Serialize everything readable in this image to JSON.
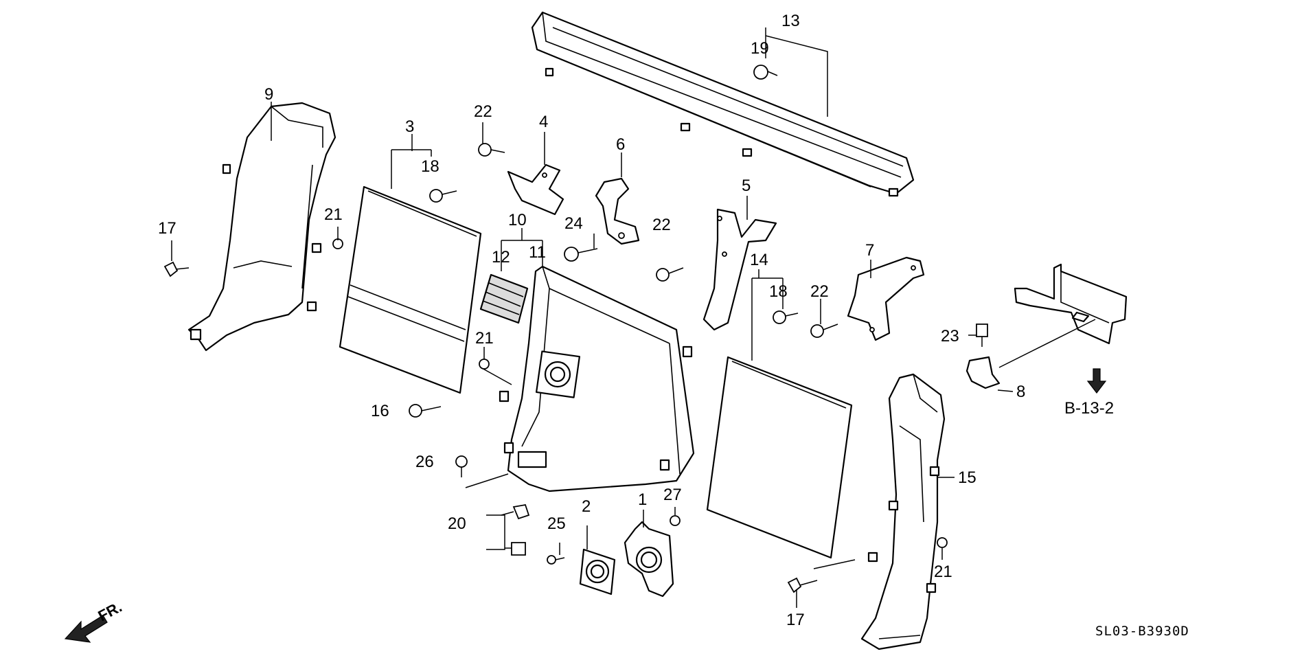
{
  "diagram": {
    "callouts": [
      "1",
      "2",
      "3",
      "4",
      "5",
      "6",
      "7",
      "8",
      "9",
      "10",
      "11",
      "12",
      "13",
      "14",
      "15",
      "16",
      "17",
      "17",
      "18",
      "18",
      "19",
      "20",
      "21",
      "21",
      "21",
      "22",
      "22",
      "22",
      "23",
      "24",
      "25",
      "26",
      "27"
    ],
    "reference_label": "B-13-2",
    "front_label": "FR.",
    "drawing_code": "SL03-B3930D"
  }
}
